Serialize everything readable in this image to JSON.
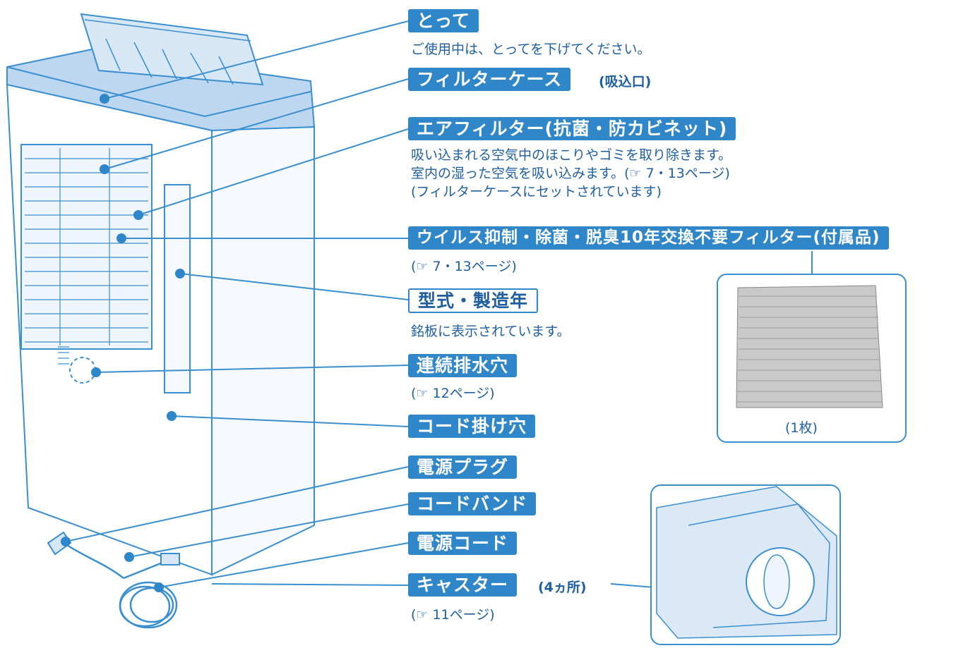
{
  "labels": {
    "handle": "とって",
    "handle_note": "ご使用中は、とってを下げてください。",
    "filter_case": "フィルターケース",
    "filter_case_sub": "(吸込口)",
    "air_filter": "エアフィルター(抗菌・防カビネット)",
    "air_filter_note1": "吸い込まれる空気中のほこりやゴミを取り除きます。",
    "air_filter_note2": "室内の湿った空気を吸い込みます。(☞ 7・13ページ)",
    "air_filter_note3": "(フィルターケースにセットされています)",
    "virus_filter": "ウイルス抑制・除菌・脱臭10年交換不要フィルター(付属品)",
    "virus_filter_ref": "(☞ 7・13ページ)",
    "model": "型式・製造年",
    "model_note": "銘板に表示されています。",
    "drain": "連続排水穴",
    "drain_ref": "(☞ 12ページ)",
    "cord_hook": "コード掛け穴",
    "plug": "電源プラグ",
    "cord_band": "コードバンド",
    "power_cord": "電源コード",
    "caster": "キャスター",
    "caster_sub": "(4ヵ所)",
    "caster_ref": "(☞ 11ページ)",
    "filter_count": "(1枚)"
  },
  "colors": {
    "accent": "#2f86c8",
    "text": "#1f5fa0",
    "body_fill": "#ffffff",
    "top_fill": "#bcd7ef",
    "line": "#3a8fd0"
  }
}
